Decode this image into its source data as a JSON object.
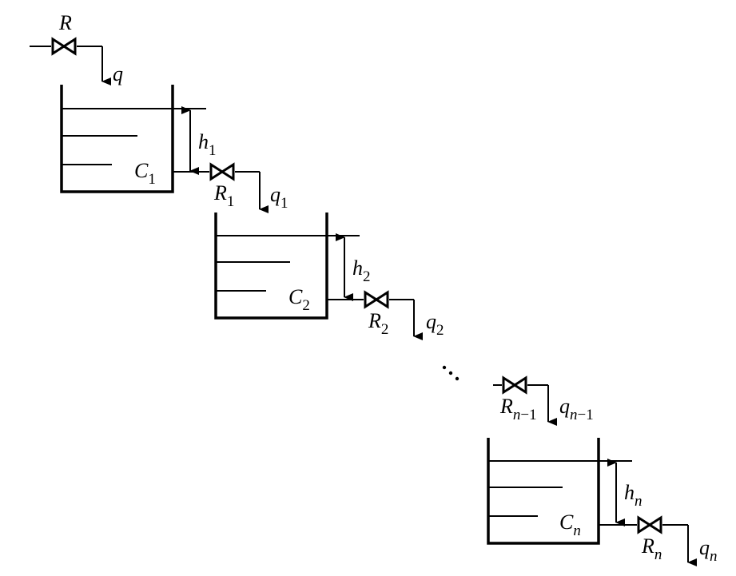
{
  "labels": {
    "inlet_valve": {
      "base": "R",
      "sub": ""
    },
    "inlet_flow": {
      "base": "q",
      "sub": ""
    },
    "tank1_capacity": {
      "base": "C",
      "sub": "1"
    },
    "tank1_head": {
      "base": "h",
      "sub": "1"
    },
    "valve1": {
      "base": "R",
      "sub": "1"
    },
    "flow1": {
      "base": "q",
      "sub": "1"
    },
    "tank2_capacity": {
      "base": "C",
      "sub": "2"
    },
    "tank2_head": {
      "base": "h",
      "sub": "2"
    },
    "valve2": {
      "base": "R",
      "sub": "2"
    },
    "flow2": {
      "base": "q",
      "sub": "2"
    },
    "ellipsis": "⋱",
    "valve_n_minus_1": {
      "base": "R",
      "sub_var": "n",
      "sub_rest": "−1"
    },
    "flow_n_minus_1": {
      "base": "q",
      "sub_var": "n",
      "sub_rest": "−1"
    },
    "tankn_capacity": {
      "base": "C",
      "sub_var": "n"
    },
    "tankn_head": {
      "base": "h",
      "sub_var": "n"
    },
    "valve_n": {
      "base": "R",
      "sub_var": "n"
    },
    "flow_n": {
      "base": "q",
      "sub_var": "n"
    }
  }
}
